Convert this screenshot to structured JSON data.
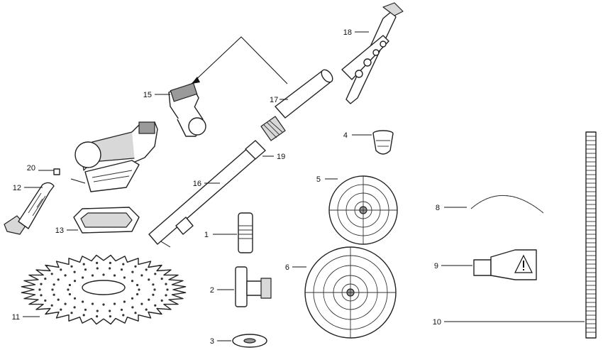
{
  "parts": [
    {
      "id": "1",
      "label": "1"
    },
    {
      "id": "2",
      "label": "2"
    },
    {
      "id": "3",
      "label": "3"
    },
    {
      "id": "4",
      "label": "4"
    },
    {
      "id": "5",
      "label": "5"
    },
    {
      "id": "6",
      "label": "6"
    },
    {
      "id": "8",
      "label": "8"
    },
    {
      "id": "9",
      "label": "9"
    },
    {
      "id": "10",
      "label": "10"
    },
    {
      "id": "11",
      "label": "11"
    },
    {
      "id": "12",
      "label": "12"
    },
    {
      "id": "13",
      "label": "13"
    },
    {
      "id": "15",
      "label": "15"
    },
    {
      "id": "16",
      "label": "16"
    },
    {
      "id": "17",
      "label": "17"
    },
    {
      "id": "18",
      "label": "18"
    },
    {
      "id": "19",
      "label": "19"
    },
    {
      "id": "20",
      "label": "20"
    }
  ],
  "icons": {
    "warning": "exclamation-triangle-icon"
  }
}
